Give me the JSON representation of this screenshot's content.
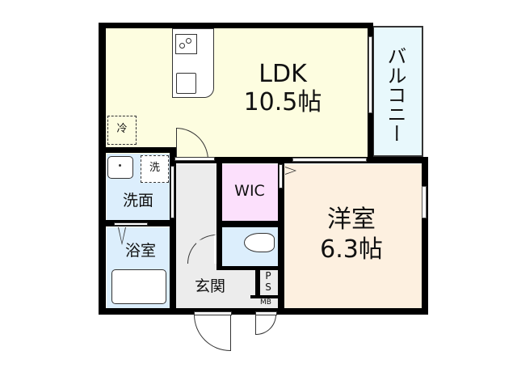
{
  "floorplan": {
    "rooms": {
      "ldk": {
        "name": "LDK",
        "size": "10.5帖",
        "color": "#fdfde0"
      },
      "western": {
        "name": "洋室",
        "size": "6.3帖",
        "color": "#fdf0e0"
      },
      "balcony": {
        "name": "バルコニー",
        "color": "#e8f8fc"
      },
      "wic": {
        "name": "WIC",
        "color": "#fce0fc"
      },
      "washroom": {
        "name": "洗面",
        "color": "#dceefc"
      },
      "bathroom": {
        "name": "浴室",
        "color": "#dceefc"
      },
      "toilet": {
        "name": "",
        "color": "#dceefc"
      },
      "entrance": {
        "name": "玄関",
        "color": "#ececec"
      },
      "hallway": {
        "name": "",
        "color": "#ececec"
      },
      "ps": {
        "name": "PS"
      },
      "mb": {
        "name": "MB"
      }
    },
    "fixtures": {
      "fridge": "冷",
      "washer": "洗"
    }
  }
}
